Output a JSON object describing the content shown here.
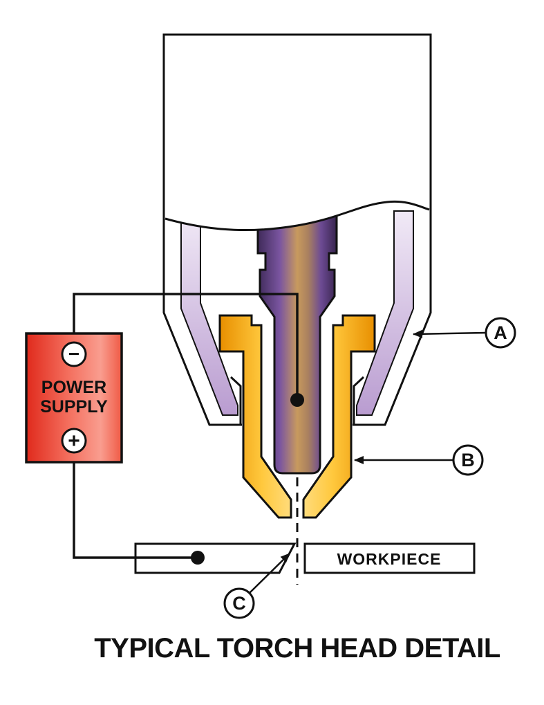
{
  "title": {
    "text": "TYPICAL TORCH HEAD DETAIL"
  },
  "power_supply": {
    "line1": "POWER",
    "line2": "SUPPLY",
    "negative_terminal": "−",
    "positive_terminal": "+"
  },
  "workpiece": {
    "label": "WORKPIECE"
  },
  "callouts": {
    "a": {
      "letter": "A"
    },
    "b": {
      "letter": "B"
    },
    "c": {
      "letter": "C"
    }
  },
  "colors": {
    "outline": "#111111",
    "power_supply_red_dark": "#e02a1c",
    "power_supply_red_light": "#f99d8f",
    "nozzle_gold_dark": "#e88f00",
    "nozzle_gold_light": "#ffe089",
    "electrode_purple_dark": "#3f2a59",
    "electrode_purple": "#7a55a0",
    "electrode_core_tan": "#c89a5e",
    "shield_lavender": "#b99cd0"
  }
}
